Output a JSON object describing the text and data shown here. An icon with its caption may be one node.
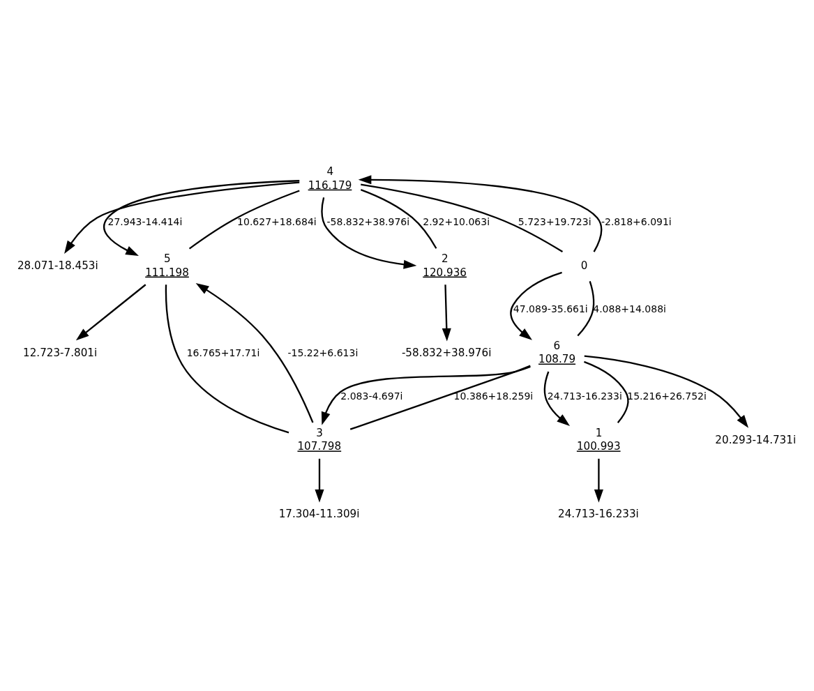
{
  "diagram": {
    "nodes": [
      {
        "text": [
          "28.071-18.453i"
        ]
      },
      {
        "text": [
          "4"
        ],
        "beside": [
          "116.179"
        ]
      },
      {
        "text": [
          "5"
        ],
        "beside": [
          "111.198"
        ]
      },
      {
        "text": [
          "12.723-7.801i"
        ]
      },
      {
        "text": [
          "2"
        ],
        "beside": [
          "120.936"
        ]
      },
      {
        "text": [
          "-58.832+38.976i"
        ]
      },
      {
        "text": [
          "0"
        ]
      },
      {
        "text": [
          "3"
        ],
        "beside": [
          "107.798"
        ]
      },
      {
        "text": [
          "17.304-11.309i"
        ]
      },
      {
        "text": [
          "1"
        ],
        "beside": [
          "100.993"
        ]
      },
      {
        "text": [
          "24.713-16.233i"
        ]
      },
      {
        "text": [
          "6"
        ],
        "beside": [
          "108.79"
        ]
      },
      {
        "text": [
          "20.293-14.731i"
        ]
      }
    ],
    "edges": [
      {
        "from": 1,
        "to": 0,
        "arrow": "to"
      },
      {
        "from": 1,
        "to": 4,
        "arrow": "to",
        "label": "-58.832+38.976i"
      },
      {
        "from": 1,
        "to": 4,
        "arrow": "none",
        "label": "2.92+10.063i"
      },
      {
        "from": 1,
        "to": 2,
        "arrow": "to",
        "label": "27.943-14.414i"
      },
      {
        "from": 1,
        "to": 2,
        "arrow": "none",
        "label": "10.627+18.684i"
      },
      {
        "from": 2,
        "to": 3,
        "arrow": "to"
      },
      {
        "from": 4,
        "to": 5,
        "arrow": "to"
      },
      {
        "from": 1,
        "to": 6,
        "arrow": "none",
        "label": "5.723+19.723i"
      },
      {
        "from": 6,
        "to": 1,
        "arrow": "to",
        "label": "-2.818+6.091i"
      },
      {
        "from": 2,
        "to": 7,
        "arrow": "none",
        "label": "16.765+17.71i"
      },
      {
        "from": 7,
        "to": 2,
        "arrow": "to",
        "label": "-15.22+6.613i"
      },
      {
        "from": 7,
        "to": 8,
        "arrow": "to"
      },
      {
        "from": 6,
        "to": 11,
        "arrow": "to",
        "label": "47.089-35.661i"
      },
      {
        "from": 6,
        "to": 11,
        "arrow": "none",
        "label": "4.088+14.088i"
      },
      {
        "from": 11,
        "to": 9,
        "arrow": "to",
        "label": "24.713-16.233i"
      },
      {
        "from": 11,
        "to": 9,
        "arrow": "none",
        "label": "15.216+26.752i"
      },
      {
        "from": 9,
        "to": 10,
        "arrow": "to"
      },
      {
        "from": 11,
        "to": 7,
        "arrow": "to",
        "label": "2.083-4.697i"
      },
      {
        "from": 11,
        "to": 7,
        "arrow": "none",
        "label": "10.386+18.259i"
      },
      {
        "from": 11,
        "to": 12,
        "arrow": "to"
      }
    ]
  }
}
